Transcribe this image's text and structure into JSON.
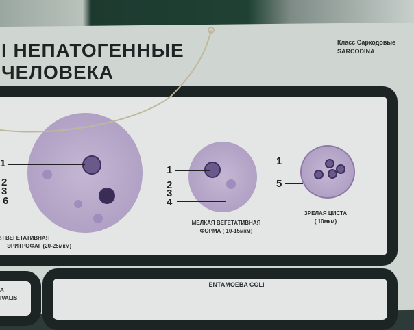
{
  "poster": {
    "title_line1": "І НЕПАТОГЕННЫЕ",
    "title_line2": "ЧЕЛОВЕКА",
    "class_ru": "Класс Саркодовые",
    "class_lat": "SARCODINA"
  },
  "large_cell": {
    "labels": [
      "1",
      "2",
      "3",
      "6"
    ],
    "caption_line1": "Я ВЕГЕТАТИВНАЯ",
    "caption_line2": "— ЭРИТРОФАГ (20-25мкм)"
  },
  "small_cell": {
    "labels": [
      "1",
      "2",
      "3",
      "4"
    ],
    "caption_line1": "МЕЛКАЯ ВЕГЕТАТИВНАЯ",
    "caption_line2": "ФОРМА ( 10-15мкм)"
  },
  "cyst": {
    "labels": [
      "1",
      "5"
    ],
    "caption_line1": "ЗРЕЛАЯ ЦИСТА",
    "caption_line2": "( 10мкм)"
  },
  "bottom": {
    "left_label_a": "A",
    "left_label_b": "IVALIS",
    "right_title": "ENTAMOEBA COLI"
  }
}
